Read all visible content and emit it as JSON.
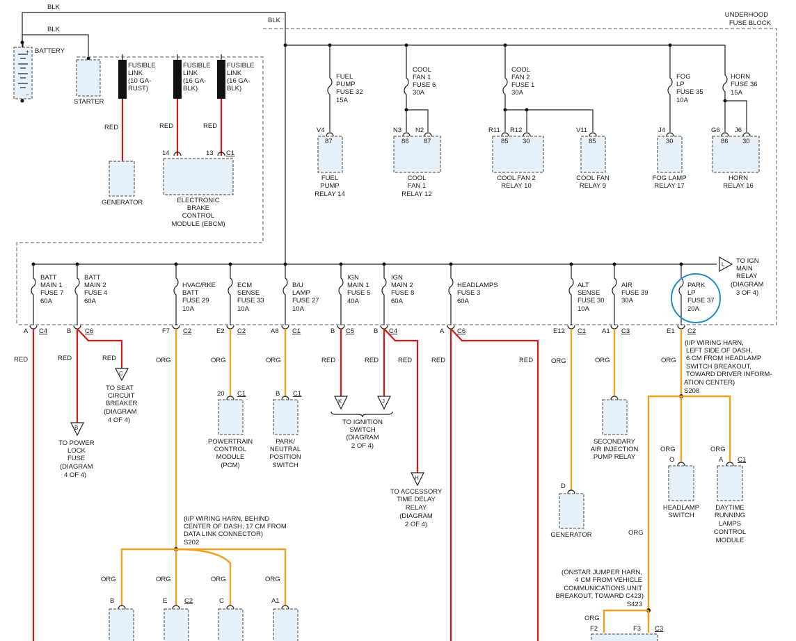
{
  "header": {
    "blk_top": "BLK",
    "blk_battery": "BLK",
    "blk_block": "BLK",
    "underhood_line1": "UNDERHOOD",
    "underhood_line2": "FUSE BLOCK"
  },
  "battery": {
    "label": "BATTERY"
  },
  "starter": {
    "label": "STARTER"
  },
  "fusible_links": [
    {
      "line1": "FUSIBLE",
      "line2": "LINK",
      "line3": "(10 GA-",
      "line4": "RUST)",
      "wire": "RED"
    },
    {
      "line1": "FUSIBLE",
      "line2": "LINK",
      "line3": "(16 GA-",
      "line4": "BLK)",
      "wire": "RED"
    },
    {
      "line1": "FUSIBLE",
      "line2": "LINK",
      "line3": "(16 GA-",
      "line4": "BLK)",
      "wire": "RED"
    }
  ],
  "generator_top": {
    "label": "GENERATOR"
  },
  "ebcm": {
    "pin14": "14",
    "pin13": "13",
    "conn": "C1",
    "line1": "ELECTRONIC",
    "line2": "BRAKE",
    "line3": "CONTROL",
    "line4": "MODULE (EBCM)"
  },
  "top_fuses": [
    {
      "line1": "FUEL",
      "line2": "PUMP",
      "line3": "FUSE 32",
      "line4": "15A"
    },
    {
      "line1": "COOL",
      "line2": "FAN 1",
      "line3": "FUSE 6",
      "line4": "30A"
    },
    {
      "line1": "COOL",
      "line2": "FAN 2",
      "line3": "FUSE 1",
      "line4": "30A"
    },
    {
      "line1": "FOG",
      "line2": "LP",
      "line3": "FUSE 35",
      "line4": "10A"
    },
    {
      "line1": "HORN",
      "line2": "FUSE 36",
      "line3": "15A"
    }
  ],
  "relays": [
    {
      "pins": [
        "V4"
      ],
      "terms": [
        "87"
      ],
      "line1": "FUEL",
      "line2": "PUMP",
      "line3": "RELAY 14"
    },
    {
      "pins": [
        "N3",
        "N2"
      ],
      "terms": [
        "86",
        "87"
      ],
      "line1": "COOL",
      "line2": "FAN 1",
      "line3": "RELAY 12"
    },
    {
      "pins": [
        "R11",
        "R12"
      ],
      "terms": [
        "85",
        "30"
      ],
      "line1": "COOL FAN 2",
      "line2": "RELAY 10"
    },
    {
      "pins": [
        "V11"
      ],
      "terms": [
        "85"
      ],
      "line1": "COOL FAN",
      "line2": "RELAY 9"
    },
    {
      "pins": [
        "J4"
      ],
      "terms": [
        "30"
      ],
      "line1": "FOG LAMP",
      "line2": "RELAY 17"
    },
    {
      "pins": [
        "G6",
        "J6"
      ],
      "terms": [
        "86",
        "30"
      ],
      "line1": "HORN",
      "line2": "RELAY 16"
    }
  ],
  "bus_fuses": [
    {
      "line1": "BATT",
      "line2": "MAIN 1",
      "line3": "FUSE 7",
      "line4": "60A",
      "pin": "A",
      "conn": "C4"
    },
    {
      "line1": "BATT",
      "line2": "MAIN 2",
      "line3": "FUSE 4",
      "line4": "60A",
      "pin": "B",
      "conn": "C6"
    },
    {
      "line1": "HVAC/RKE",
      "line2": "BATT",
      "line3": "FUSE 29",
      "line4": "10A",
      "pin": "F7",
      "conn": "C2"
    },
    {
      "line1": "ECM",
      "line2": "SENSE",
      "line3": "FUSE 33",
      "line4": "10A",
      "pin": "E2",
      "conn": "C2"
    },
    {
      "line1": "B/U",
      "line2": "LAMP",
      "line3": "FUSE 27",
      "line4": "10A",
      "pin": "A8",
      "conn": "C1"
    },
    {
      "line1": "IGN",
      "line2": "MAIN 1",
      "line3": "FUSE 5",
      "line4": "40A",
      "pin": "B",
      "conn": "C5"
    },
    {
      "line1": "IGN",
      "line2": "MAIN 2",
      "line3": "FUSE 8",
      "line4": "60A",
      "pin": "B",
      "conn": "C4"
    },
    {
      "line1": "HEADLAMPS",
      "line2": "FUSE 3",
      "line3": "60A",
      "pin": "A",
      "conn": "C6"
    },
    {
      "line1": "ALT",
      "line2": "SENSE",
      "line3": "FUSE 30",
      "line4": "10A",
      "pin": "E12",
      "conn": "C1"
    },
    {
      "line1": "AIR",
      "line2": "FUSE 39",
      "line3": "30A",
      "pin": "A1",
      "conn": "C3"
    },
    {
      "line1": "PARK",
      "line2": "LP",
      "line3": "FUSE 37",
      "line4": "20A",
      "pin": "E1",
      "conn": "C2"
    }
  ],
  "to_ign": {
    "line1": "TO IGN",
    "line2": "MAIN",
    "line3": "RELAY",
    "line4": "(DIAGRAM",
    "line5": "3 OF 4)",
    "flag": "L"
  },
  "wires": {
    "red": "RED",
    "org": "ORG"
  },
  "to_seat": {
    "flag": "C",
    "line1": "TO SEAT",
    "line2": "CIRCUIT",
    "line3": "BREAKER",
    "line4": "(DIAGRAM",
    "line5": "4 OF 4)"
  },
  "to_power_lock": {
    "flag": "B",
    "line1": "TO POWER",
    "line2": "LOCK",
    "line3": "FUSE",
    "line4": "(DIAGRAM",
    "line5": "4 OF 4)"
  },
  "pcm": {
    "pin": "20",
    "conn": "C1",
    "line1": "POWERTRAIN",
    "line2": "CONTROL",
    "line3": "MODULE",
    "line4": "(PCM)"
  },
  "park_neutral": {
    "pin": "B",
    "conn": "C1",
    "line1": "PARK/",
    "line2": "NEUTRAL",
    "line3": "POSITION",
    "line4": "SWITCH"
  },
  "to_ignition": {
    "flag1": "K",
    "flag2": "J",
    "line1": "TO IGNITION",
    "line2": "SWITCH",
    "line3": "(DIAGRAM",
    "line4": "2 OF 4)"
  },
  "to_accessory": {
    "flag": "H",
    "line1": "TO ACCESSORY",
    "line2": "TIME DELAY",
    "line3": "RELAY",
    "line4": "(DIAGRAM",
    "line5": "2 OF 4)"
  },
  "secondary_air": {
    "line1": "SECONDARY",
    "line2": "AIR INJECTION",
    "line3": "PUMP RELAY"
  },
  "generator_bottom": {
    "pin": "D",
    "label": "GENERATOR"
  },
  "splice_s208": {
    "line1": "(I/P WIRING HARN,",
    "line2": "LEFT SIDE OF DASH,",
    "line3": "6 CM FROM HEADLAMP",
    "line4": "SWITCH BREAKOUT,",
    "line5": "TOWARD DRIVER INFORM-",
    "line6": "ATION CENTER)",
    "id": "S208"
  },
  "headlamp_switch": {
    "pin": "O",
    "line1": "HEADLAMP",
    "line2": "SWITCH"
  },
  "drl": {
    "pin": "A",
    "conn": "C1",
    "line1": "DAYTIME",
    "line2": "RUNNING",
    "line3": "LAMPS",
    "line4": "CONTROL",
    "line5": "MODULE"
  },
  "splice_s202": {
    "line1": "(I/P WIRING HARN, BEHIND",
    "line2": "CENTER OF DASH, 17 CM FROM",
    "line3": "DATA LINK CONNECTOR)",
    "id": "S202"
  },
  "s202_branches": [
    {
      "pin": "B",
      "conn": ""
    },
    {
      "pin": "E",
      "conn": "C2"
    },
    {
      "pin": "C",
      "conn": ""
    },
    {
      "pin": "A1",
      "conn": ""
    }
  ],
  "splice_s423": {
    "line1": "(ONSTAR JUMPER HARN,",
    "line2": "4 CM FROM VEHICLE",
    "line3": "COMMUNICATIONS UNIT",
    "line4": "BREAKOUT, TOWARD C423)",
    "id": "S423"
  },
  "s423_pins": {
    "pin1": "F2",
    "pin2": "F3",
    "conn": "C3"
  }
}
